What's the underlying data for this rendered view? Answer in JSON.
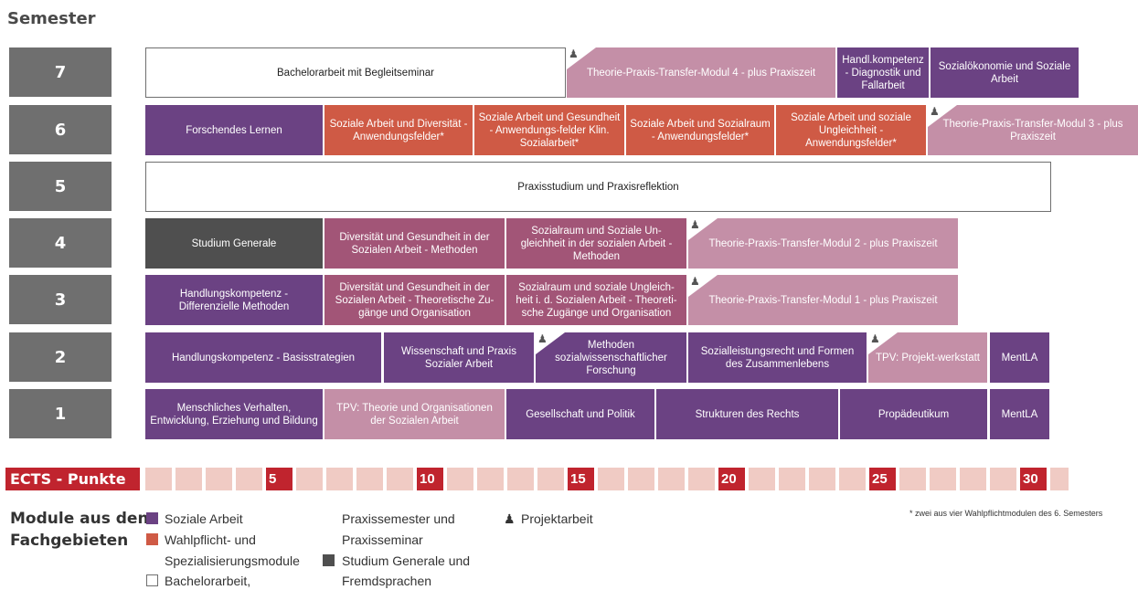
{
  "heading": "Semester",
  "colors": {
    "soziale_arbeit": "#6b4283",
    "wahlpflicht": "#cf5a45",
    "praxis_dark": "#a25577",
    "praxis_light": "#c48fa7",
    "studium_generale": "#4f4f4f",
    "ects_mark": "#c0242e",
    "ects_cell": "#f0cbc4"
  },
  "semesters": [
    "7",
    "6",
    "5",
    "4",
    "3",
    "2",
    "1"
  ],
  "modules": {
    "s7_bachelor": "Bachelorarbeit mit Begleitseminar",
    "s7_tpt4": "Theorie-Praxis-Transfer-Modul 4 - plus Praxiszeit",
    "s7_handl": "Handl.kompetenz - Diagnostik und Fallarbeit",
    "s7_soziooek": "Sozialökonomie und Soziale Arbeit",
    "s6_forschendes": "Forschendes Lernen",
    "s6_diversitaet": "Soziale Arbeit und Diversität - Anwendungsfelder*",
    "s6_gesundheit": "Soziale Arbeit und Gesundheit - Anwendungs-felder Klin. Sozialarbeit*",
    "s6_sozialraum": "Soziale Arbeit und Sozialraum - Anwendungsfelder*",
    "s6_ungleichheit": "Soziale Arbeit und soziale Ungleichheit - Anwendungsfelder*",
    "s6_tpt3": "Theorie-Praxis-Transfer-Modul 3 - plus Praxiszeit",
    "s5_praxis": "Praxisstudium und Praxisreflektion",
    "s4_generale": "Studium Generale",
    "s4_div_meth": "Diversität und Gesundheit in der Sozialen Arbeit - Methoden",
    "s4_sozraum_meth": "Sozialraum und Soziale Un-gleichheit in der sozialen Arbeit - Methoden",
    "s4_tpt2": "Theorie-Praxis-Transfer-Modul 2 - plus Praxiszeit",
    "s3_handl_diff": "Handlungskompetenz - Differenzielle Methoden",
    "s3_div_theo": "Diversität und Gesundheit in der Sozialen Arbeit - Theoretische Zu-gänge und Organisation",
    "s3_sozraum_theo": "Sozialraum und soziale Ungleich-heit i. d. Sozialen Arbeit - Theoreti-sche Zugänge und Organisation",
    "s3_tpt1": "Theorie-Praxis-Transfer-Modul 1 - plus Praxiszeit",
    "s2_handl_basis": "Handlungskompetenz - Basisstrategien",
    "s2_wissenschaft": "Wissenschaft und Praxis Sozialer Arbeit",
    "s2_methoden": "Methoden sozialwissenschaftlicher Forschung",
    "s2_sozialleistung": "Sozialleistungsrecht und Formen des Zusammenlebens",
    "s2_tpv": "TPV: Projekt-werkstatt",
    "s2_mentla": "MentLA",
    "s1_menschliches": "Menschliches Verhalten, Entwicklung, Erziehung und Bildung",
    "s1_tpv": "TPV: Theorie und Organisationen der Sozialen Arbeit",
    "s1_gesellschaft": "Gesellschaft und Politik",
    "s1_recht": "Strukturen des Rechts",
    "s1_propaed": "Propädeutikum",
    "s1_mentla": "MentLA"
  },
  "ects": {
    "label": "ECTS - Punkte",
    "marks": [
      "5",
      "10",
      "15",
      "20",
      "25",
      "30"
    ]
  },
  "legend": {
    "title_line1": "Module aus den",
    "title_line2": "Fachgebieten",
    "soziale_arbeit": "Soziale Arbeit",
    "wahlpflicht_1": "Wahlpflicht- und",
    "wahlpflicht_2": "Spezialisierungsmodule",
    "bachelor_1": "Bachelorarbeit,",
    "praxis_1": "Praxissemester und",
    "praxis_2": "Praxisseminar",
    "generale_1": "Studium Generale und",
    "generale_2": "Fremdsprachen",
    "projekt": "Projektarbeit",
    "footnote": "* zwei aus vier Wahlpflichtmodulen des 6. Semesters"
  }
}
